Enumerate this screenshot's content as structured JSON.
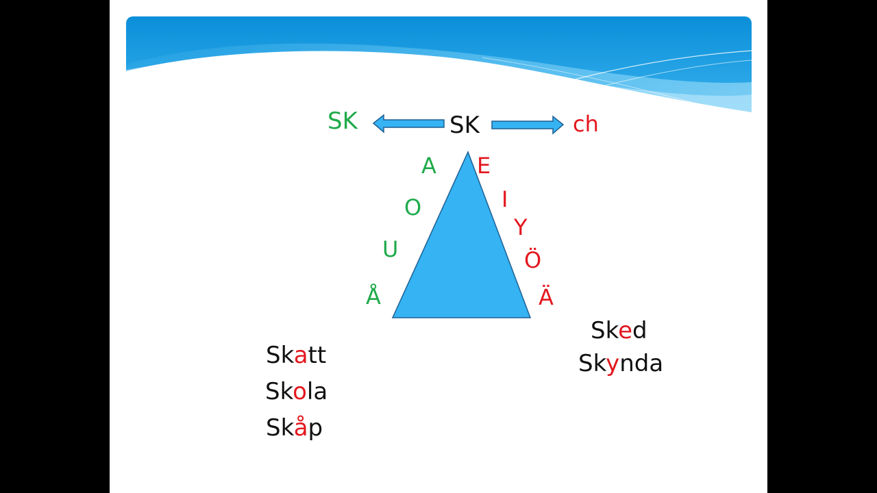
{
  "slide": {
    "heading": {
      "left_label": "SK",
      "center_label": "SK",
      "right_label": "ch"
    },
    "hard_vowels": [
      "A",
      "O",
      "U",
      "Å"
    ],
    "soft_vowels": [
      "E",
      "I",
      "Y",
      "Ö",
      "Ä"
    ],
    "hard_words": [
      {
        "prefix": "Sk",
        "vowel": "a",
        "rest": "tt"
      },
      {
        "prefix": "Sk",
        "vowel": "o",
        "rest": "la"
      },
      {
        "prefix": "Sk",
        "vowel": "å",
        "rest": "p"
      }
    ],
    "soft_words": [
      {
        "prefix": "Sk",
        "vowel": "e",
        "rest": "d"
      },
      {
        "prefix": "Sk",
        "vowel": "y",
        "rest": "nda"
      }
    ],
    "colors": {
      "hard": "#1faa4b",
      "soft": "#e3171e",
      "text": "#111111",
      "triangle_fill": "#35b3f3",
      "banner": "#1a9be0"
    }
  }
}
